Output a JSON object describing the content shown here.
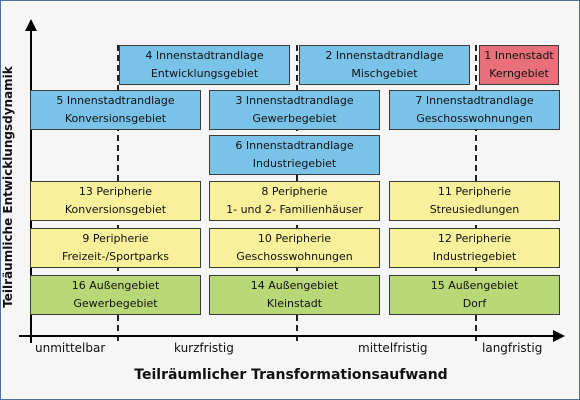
{
  "axes": {
    "y_label": "Teilräumliche Entwicklungsdynamik",
    "x_label": "Teilräumlicher Transformationsaufwand",
    "x_ticks": [
      "unmittelbar",
      "kurzfristig",
      "mittelfristig",
      "langfristig"
    ]
  },
  "colors": {
    "blue": "#79c3e9",
    "red": "#e8707a",
    "yellow": "#f8f09a",
    "green": "#b8d777",
    "border": "#4a6fa0"
  },
  "boxes": {
    "b4": {
      "line1": "4 Innenstadtrandlage",
      "line2": "Entwicklungsgebiet"
    },
    "b2": {
      "line1": "2 Innenstadtrandlage",
      "line2": "Mischgebiet"
    },
    "b1": {
      "line1": "1 Innenstadt",
      "line2": "Kerngebiet"
    },
    "b5": {
      "line1": "5 Innenstadtrandlage",
      "line2": "Konversionsgebiet"
    },
    "b3": {
      "line1": "3 Innenstadtrandlage",
      "line2": "Gewerbegebiet"
    },
    "b7": {
      "line1": "7 Innenstadtrandlage",
      "line2": "Geschosswohnungen"
    },
    "b6": {
      "line1": "6 Innenstadtrandlage",
      "line2": "Industriegebiet"
    },
    "b13": {
      "line1": "13 Peripherie",
      "line2": "Konversionsgebiet"
    },
    "b8": {
      "line1": "8 Peripherie",
      "line2": "1- und 2- Familienhäuser"
    },
    "b11": {
      "line1": "11 Peripherie",
      "line2": "Streusiedlungen"
    },
    "b9": {
      "line1": "9 Peripherie",
      "line2": "Freizeit-/Sportparks"
    },
    "b10": {
      "line1": "10 Peripherie",
      "line2": "Geschosswohnungen"
    },
    "b12": {
      "line1": "12 Peripherie",
      "line2": "Industriegebiet"
    },
    "b16": {
      "line1": "16 Außengebiet",
      "line2": "Gewerbegebiet"
    },
    "b14": {
      "line1": "14 Außengebiet",
      "line2": "Kleinstadt"
    },
    "b15": {
      "line1": "15 Außengebiet",
      "line2": "Dorf"
    }
  }
}
